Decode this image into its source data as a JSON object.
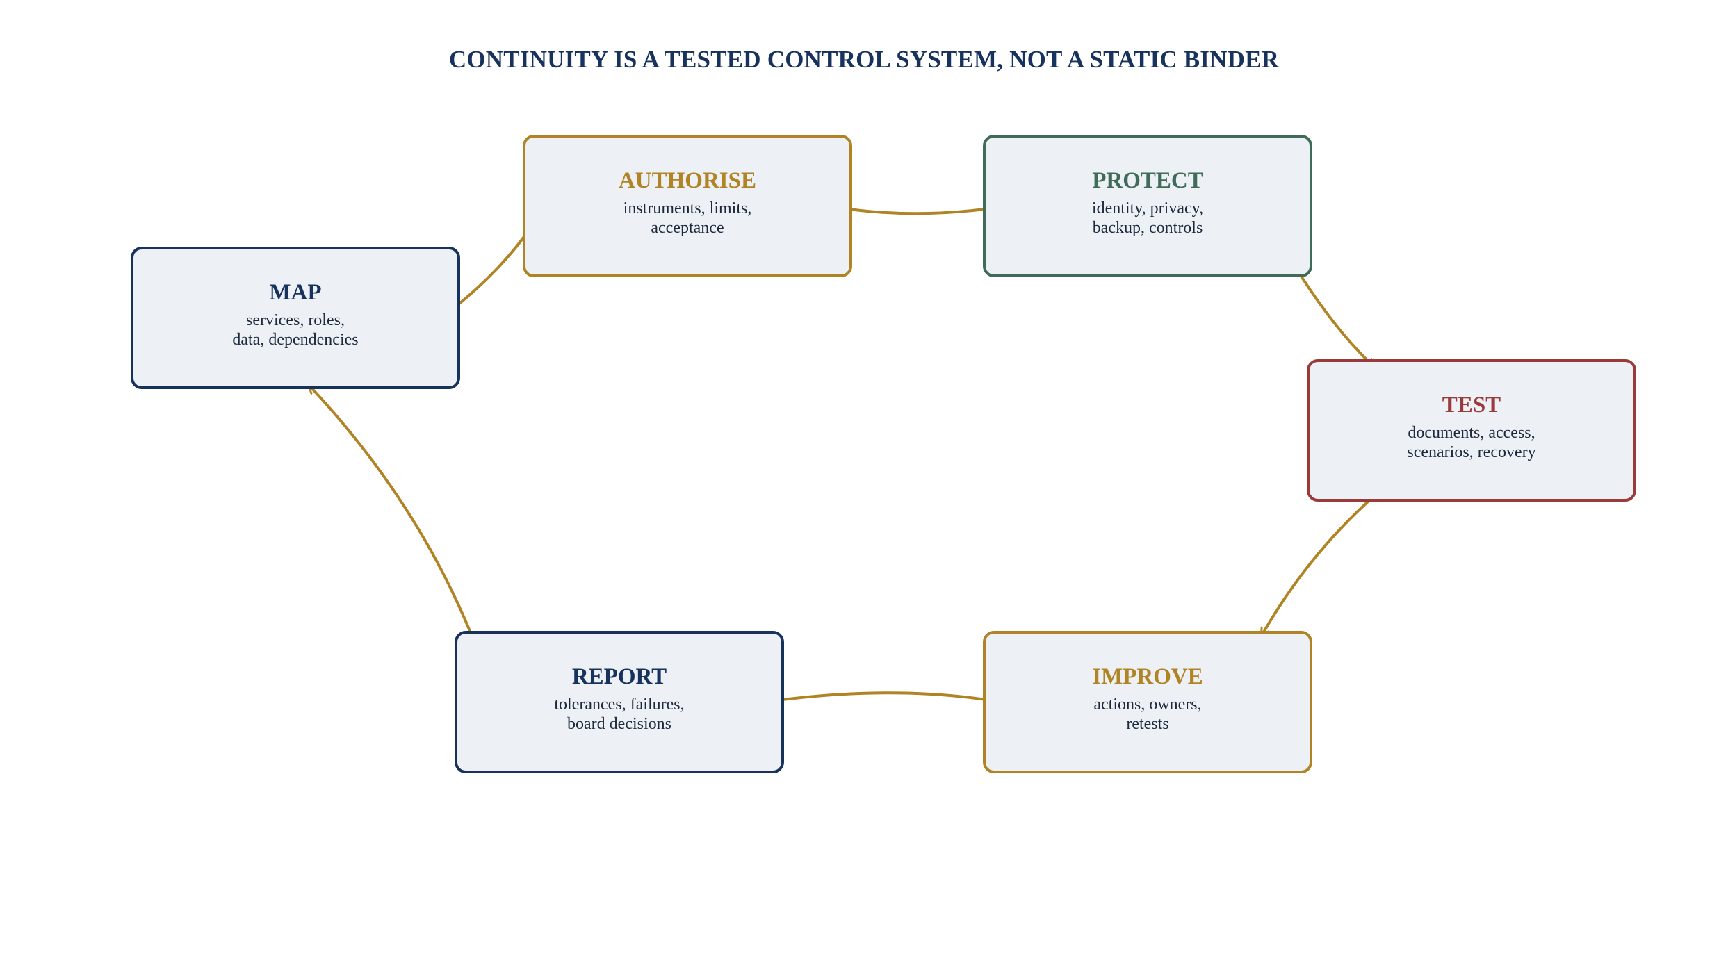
{
  "title": "CONTINUITY IS A TESTED CONTROL SYSTEM, NOT A STATIC BINDER",
  "colors": {
    "navy": "#17325c",
    "gold": "#b08425",
    "green": "#3f6b58",
    "red": "#9b3a3a",
    "box_fill": "#edf1f5",
    "arrow": "#b08425"
  },
  "steps": {
    "map": {
      "title": "MAP",
      "line1": "services, roles,",
      "line2": "data, dependencies"
    },
    "authorise": {
      "title": "AUTHORISE",
      "line1": "instruments, limits,",
      "line2": "acceptance"
    },
    "protect": {
      "title": "PROTECT",
      "line1": "identity, privacy,",
      "line2": "backup, controls"
    },
    "test": {
      "title": "TEST",
      "line1": "documents, access,",
      "line2": "scenarios, recovery"
    },
    "improve": {
      "title": "IMPROVE",
      "line1": "actions, owners,",
      "line2": "retests"
    },
    "report": {
      "title": "REPORT",
      "line1": "tolerances, failures,",
      "line2": "board decisions"
    }
  }
}
